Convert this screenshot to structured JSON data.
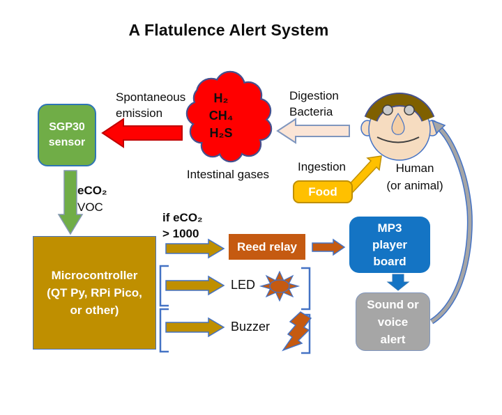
{
  "title": "A Flatulence Alert System",
  "labels": {
    "spontaneous": [
      "Spontaneous",
      "emission"
    ],
    "digestion": [
      "Digestion",
      "Bacteria"
    ],
    "ingestion": "Ingestion",
    "human": [
      "Human",
      "(or animal)"
    ],
    "intestinal_gases": "Intestinal gases",
    "sensor_outputs": [
      "eCO₂",
      "VOC"
    ],
    "condition": [
      "if eCO₂",
      "> 1000"
    ],
    "led": "LED",
    "buzzer": "Buzzer"
  },
  "cloud_gases": [
    "H₂",
    "CH₄",
    "H₂S"
  ],
  "nodes": {
    "sgp30": [
      "SGP30",
      "sensor"
    ],
    "microcontroller": [
      "Microcontroller",
      "(QT Py, RPi Pico,",
      "or other)"
    ],
    "reed_relay": "Reed relay",
    "food": "Food",
    "mp3_player": [
      "MP3",
      "player",
      "board"
    ],
    "sound_alert": [
      "Sound or",
      "voice",
      "alert"
    ]
  },
  "colors": {
    "sensor_green": "#70AD47",
    "gas_red": "#FF0000",
    "gas_outline": "#45518F",
    "microcontroller_gold": "#BF8F00",
    "relay_orange": "#C55A11",
    "food_yellow": "#FFC000",
    "mp3_blue": "#1474C4",
    "alert_gray": "#A6A6A6",
    "outline_blue": "#4472C4",
    "digestion_arrow_fill": "#FBE5D6",
    "skin": "#F6DCC0",
    "hair_brown": "#7F6000"
  }
}
